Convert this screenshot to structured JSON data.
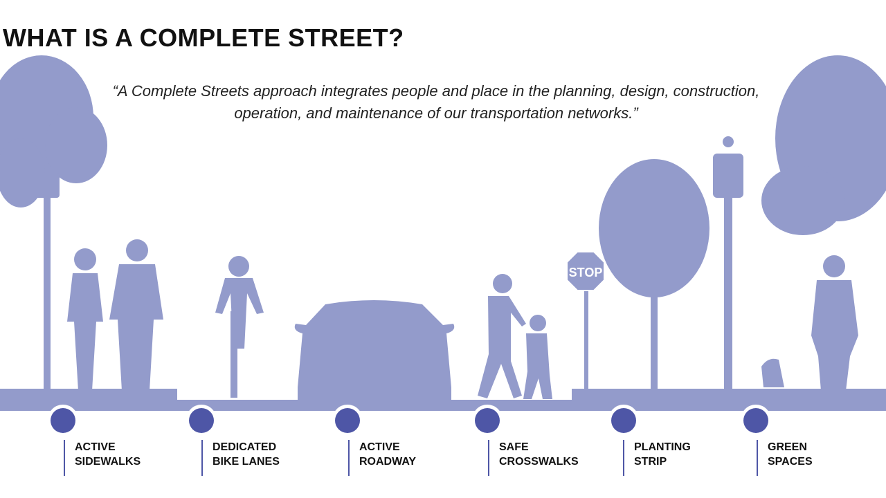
{
  "title": "WHAT IS A COMPLETE STREET?",
  "quote": "“A Complete Streets approach integrates people and place in the planning, design, construction, operation, and maintenance of our transportation networks.”",
  "stop_sign": "STOP",
  "colors": {
    "silhouette": "#939bcb",
    "dot": "#4e56a6",
    "text": "#111111"
  },
  "features": [
    {
      "line1": "ACTIVE",
      "line2": "SIDEWALKS"
    },
    {
      "line1": "DEDICATED",
      "line2": "BIKE LANES"
    },
    {
      "line1": "ACTIVE",
      "line2": "ROADWAY"
    },
    {
      "line1": "SAFE",
      "line2": "CROSSWALKS"
    },
    {
      "line1": "PLANTING",
      "line2": "STRIP"
    },
    {
      "line1": "GREEN",
      "line2": "SPACES"
    }
  ]
}
